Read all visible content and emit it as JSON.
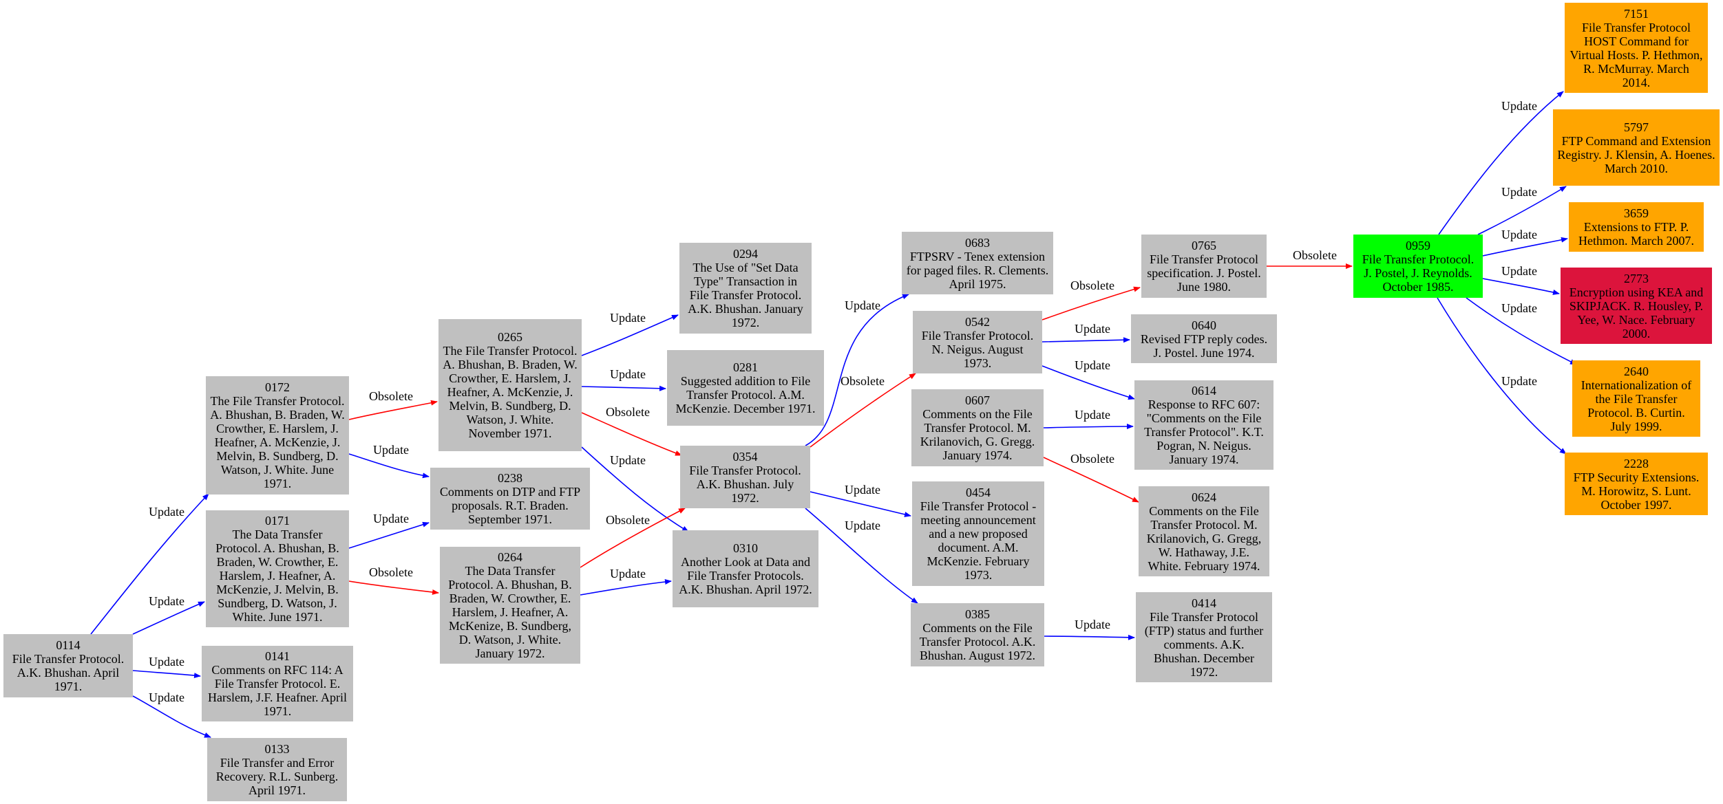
{
  "colors": {
    "update": "#0000ff",
    "obsolete": "#ff0000",
    "default_node": "#c0c0c0",
    "current_node": "#00ff00",
    "updater_node": "#ffa500",
    "highlight_node": "#dc143c"
  },
  "edge_labels": {
    "update": "Update",
    "obsolete": "Obsolete"
  },
  "nodes": [
    {
      "id": "0114",
      "text": "File Transfer Protocol. A.K. Bhushan. April 1971."
    },
    {
      "id": "0172",
      "text": "The File Transfer Protocol. A. Bhushan, B. Braden, W. Crowther, E. Harslem, J. Heafner, A. McKenzie, J. Melvin, B. Sundberg, D. Watson, J. White. June 1971."
    },
    {
      "id": "0171",
      "text": "The Data Transfer Protocol. A. Bhushan, B. Braden, W. Crowther, E. Harslem, J. Heafner, A. McKenzie, J. Melvin, B. Sundberg, D. Watson, J. White. June 1971."
    },
    {
      "id": "0141",
      "text": "Comments on RFC 114: A File Transfer Protocol. E. Harslem, J.F. Heafner. April 1971."
    },
    {
      "id": "0133",
      "text": "File Transfer and Error Recovery. R.L. Sunberg. April 1971."
    },
    {
      "id": "0265",
      "text": "The File Transfer Protocol. A. Bhushan, B. Braden, W. Crowther, E. Harslem, J. Heafner, A. McKenzie, J. Melvin, B. Sundberg, D. Watson, J. White. November 1971."
    },
    {
      "id": "0238",
      "text": "Comments on DTP and FTP proposals. R.T. Braden. September 1971."
    },
    {
      "id": "0264",
      "text": "The Data Transfer Protocol. A. Bhushan, B. Braden, W. Crowther, E. Harslem, J. Heafner, A. McKenize, B. Sundberg, D. Watson, J. White. January 1972."
    },
    {
      "id": "0294",
      "text": "The Use of \"Set Data Type\" Transaction in File Transfer Protocol. A.K. Bhushan. January 1972."
    },
    {
      "id": "0281",
      "text": "Suggested addition to File Transfer Protocol. A.M. McKenzie. December 1971."
    },
    {
      "id": "0354",
      "text": "File Transfer Protocol. A.K. Bhushan. July 1972."
    },
    {
      "id": "0310",
      "text": "Another Look at Data and File Transfer Protocols. A.K. Bhushan. April 1972."
    },
    {
      "id": "0683",
      "text": "FTPSRV - Tenex extension for paged files. R. Clements. April 1975."
    },
    {
      "id": "0542",
      "text": "File Transfer Protocol. N. Neigus. August 1973."
    },
    {
      "id": "0607",
      "text": "Comments on the File Transfer Protocol. M. Krilanovich, G. Gregg. January 1974."
    },
    {
      "id": "0454",
      "text": "File Transfer Protocol - meeting announcement and a new proposed document. A.M. McKenzie. February 1973."
    },
    {
      "id": "0385",
      "text": "Comments on the File Transfer Protocol. A.K. Bhushan. August 1972."
    },
    {
      "id": "0765",
      "text": "File Transfer Protocol specification. J. Postel. June 1980."
    },
    {
      "id": "0640",
      "text": "Revised FTP reply codes. J. Postel. June 1974."
    },
    {
      "id": "0614",
      "text": "Response to RFC 607: \"Comments on the File Transfer Protocol\". K.T. Pogran, N. Neigus. January 1974."
    },
    {
      "id": "0624",
      "text": "Comments on the File Transfer Protocol. M. Krilanovich, G. Gregg, W. Hathaway, J.E. White. February 1974."
    },
    {
      "id": "0414",
      "text": "File Transfer Protocol (FTP) status and further comments. A.K. Bhushan. December 1972."
    },
    {
      "id": "0959",
      "text": "File Transfer Protocol. J. Postel, J. Reynolds. October 1985."
    },
    {
      "id": "7151",
      "text": "File Transfer Protocol HOST Command for Virtual Hosts. P. Hethmon, R. McMurray. March 2014."
    },
    {
      "id": "5797",
      "text": "FTP Command and Extension Registry. J. Klensin, A. Hoenes. March 2010."
    },
    {
      "id": "3659",
      "text": "Extensions to FTP. P. Hethmon. March 2007."
    },
    {
      "id": "2773",
      "text": "Encryption using KEA and SKIPJACK. R. Housley, P. Yee, W. Nace. February 2000."
    },
    {
      "id": "2640",
      "text": "Internationalization of the File Transfer Protocol. B. Curtin. July 1999."
    },
    {
      "id": "2228",
      "text": "FTP Security Extensions. M. Horowitz, S. Lunt. October 1997."
    }
  ],
  "edges": [
    {
      "from": "0114",
      "to": "0172",
      "type": "update"
    },
    {
      "from": "0114",
      "to": "0171",
      "type": "update"
    },
    {
      "from": "0114",
      "to": "0141",
      "type": "update"
    },
    {
      "from": "0114",
      "to": "0133",
      "type": "update"
    },
    {
      "from": "0172",
      "to": "0265",
      "type": "obsolete"
    },
    {
      "from": "0172",
      "to": "0238",
      "type": "update"
    },
    {
      "from": "0171",
      "to": "0238",
      "type": "update"
    },
    {
      "from": "0171",
      "to": "0264",
      "type": "obsolete"
    },
    {
      "from": "0265",
      "to": "0294",
      "type": "update"
    },
    {
      "from": "0265",
      "to": "0281",
      "type": "update"
    },
    {
      "from": "0265",
      "to": "0354",
      "type": "obsolete"
    },
    {
      "from": "0265",
      "to": "0310",
      "type": "update"
    },
    {
      "from": "0264",
      "to": "0354",
      "type": "obsolete"
    },
    {
      "from": "0264",
      "to": "0310",
      "type": "update"
    },
    {
      "from": "0354",
      "to": "0683",
      "type": "update"
    },
    {
      "from": "0354",
      "to": "0542",
      "type": "obsolete"
    },
    {
      "from": "0354",
      "to": "0454",
      "type": "update"
    },
    {
      "from": "0354",
      "to": "0385",
      "type": "update"
    },
    {
      "from": "0542",
      "to": "0765",
      "type": "obsolete"
    },
    {
      "from": "0542",
      "to": "0640",
      "type": "update"
    },
    {
      "from": "0542",
      "to": "0614",
      "type": "update"
    },
    {
      "from": "0607",
      "to": "0614",
      "type": "update"
    },
    {
      "from": "0607",
      "to": "0624",
      "type": "obsolete"
    },
    {
      "from": "0385",
      "to": "0414",
      "type": "update"
    },
    {
      "from": "0765",
      "to": "0959",
      "type": "obsolete"
    },
    {
      "from": "0959",
      "to": "7151",
      "type": "update"
    },
    {
      "from": "0959",
      "to": "5797",
      "type": "update"
    },
    {
      "from": "0959",
      "to": "3659",
      "type": "update"
    },
    {
      "from": "0959",
      "to": "2773",
      "type": "update"
    },
    {
      "from": "0959",
      "to": "2640",
      "type": "update"
    },
    {
      "from": "0959",
      "to": "2228",
      "type": "update"
    }
  ],
  "node_colors": {
    "0959": "current_node",
    "7151": "updater_node",
    "5797": "updater_node",
    "3659": "updater_node",
    "2640": "updater_node",
    "2228": "updater_node",
    "2773": "highlight_node"
  }
}
